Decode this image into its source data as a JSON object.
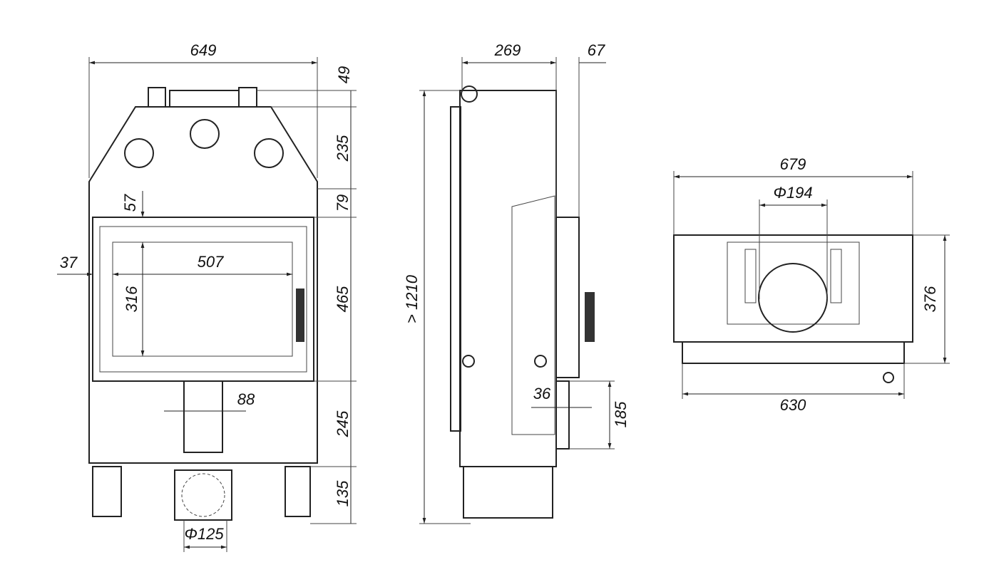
{
  "front_view": {
    "width_overall": "649",
    "top_bracket_height": "49",
    "top_section_height": "235",
    "gap_height": "79",
    "door_height": "465",
    "bottom_section_height": "245",
    "legs_height": "135",
    "glass_top_offset": "57",
    "side_offset": "37",
    "glass_width": "507",
    "glass_height": "316",
    "air_duct_width": "88",
    "air_inlet_diameter": "Φ125"
  },
  "side_view": {
    "depth": "269",
    "door_depth": "67",
    "total_height": "> 1210",
    "handle_offset": "36",
    "lower_height": "185"
  },
  "top_view": {
    "width_overall": "679",
    "flue_diameter": "Φ194",
    "depth": "376",
    "base_width": "630"
  }
}
